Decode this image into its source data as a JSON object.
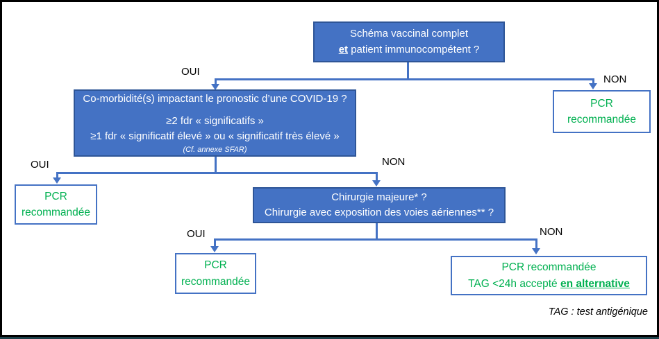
{
  "colors": {
    "question_fill": "#4472C4",
    "question_border": "#2E5597",
    "connector": "#4472C4",
    "result_text_green": "#00B050",
    "result_border": "#4472C4",
    "label_text": "#000000",
    "frame_border": "#000000"
  },
  "labels": {
    "oui": "OUI",
    "non": "NON"
  },
  "nodes": {
    "q1": {
      "line1": "Schéma vaccinal complet",
      "line2_em": "et",
      "line2_rest": " patient immunocompétent ?"
    },
    "q2": {
      "line1": "Co-morbidité(s) impactant le pronostic d’une COVID-19 ?",
      "line2": "≥2 fdr « significatifs »",
      "line3": "≥1 fdr « significatif élevé » ou  « significatif très élevé »",
      "line4": "(Cf. annexe SFAR)"
    },
    "q3": {
      "line1": "Chirurgie majeure* ?",
      "line2": "Chirurgie avec exposition des voies aériennes** ?"
    },
    "r1": {
      "line1": "PCR",
      "line2": "recommandée"
    },
    "r2": {
      "line1": "PCR",
      "line2": "recommandée"
    },
    "r3": {
      "line1": "PCR",
      "line2": "recommandée"
    },
    "r4": {
      "line1": "PCR recommandée",
      "line2_prefix": "TAG <24h accepté ",
      "line2_em": "en alternative"
    }
  },
  "footnote": "TAG : test antigénique"
}
